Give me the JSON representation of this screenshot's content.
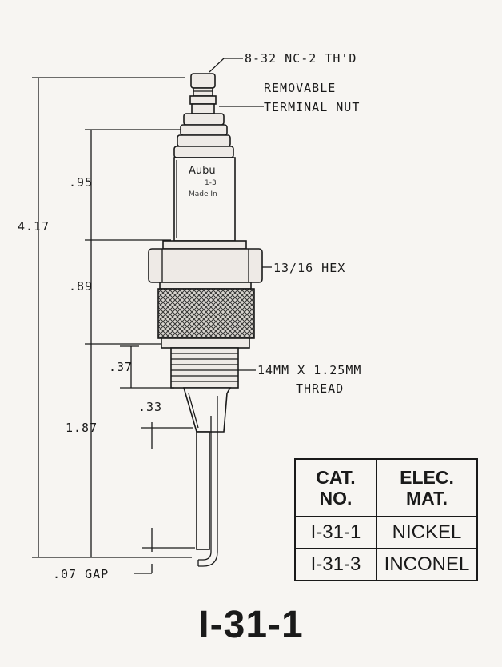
{
  "callouts": {
    "thread_top": "8-32 NC-2 TH'D",
    "nut_line1": "REMOVABLE",
    "nut_line2": "TERMINAL NUT",
    "hex": "13/16 HEX",
    "thread_line1": "14MM X 1.25MM",
    "thread_line2": "THREAD",
    "gap": ".07 GAP"
  },
  "dimensions": {
    "overall": "4.17",
    "upper": ".95",
    "middle": ".89",
    "thread_len": ".37",
    "tip_offset": ".33",
    "lower": "1.87"
  },
  "stamp": {
    "line1": "Aubu",
    "line2": "1-3",
    "line3": "Made In"
  },
  "table": {
    "headers": [
      {
        "line1": "CAT.",
        "line2": "NO."
      },
      {
        "line1": "ELEC.",
        "line2": "MAT."
      }
    ],
    "rows": [
      [
        "I-31-1",
        "NICKEL"
      ],
      [
        "I-31-3",
        "INCONEL"
      ]
    ]
  },
  "part_number": "I-31-1"
}
